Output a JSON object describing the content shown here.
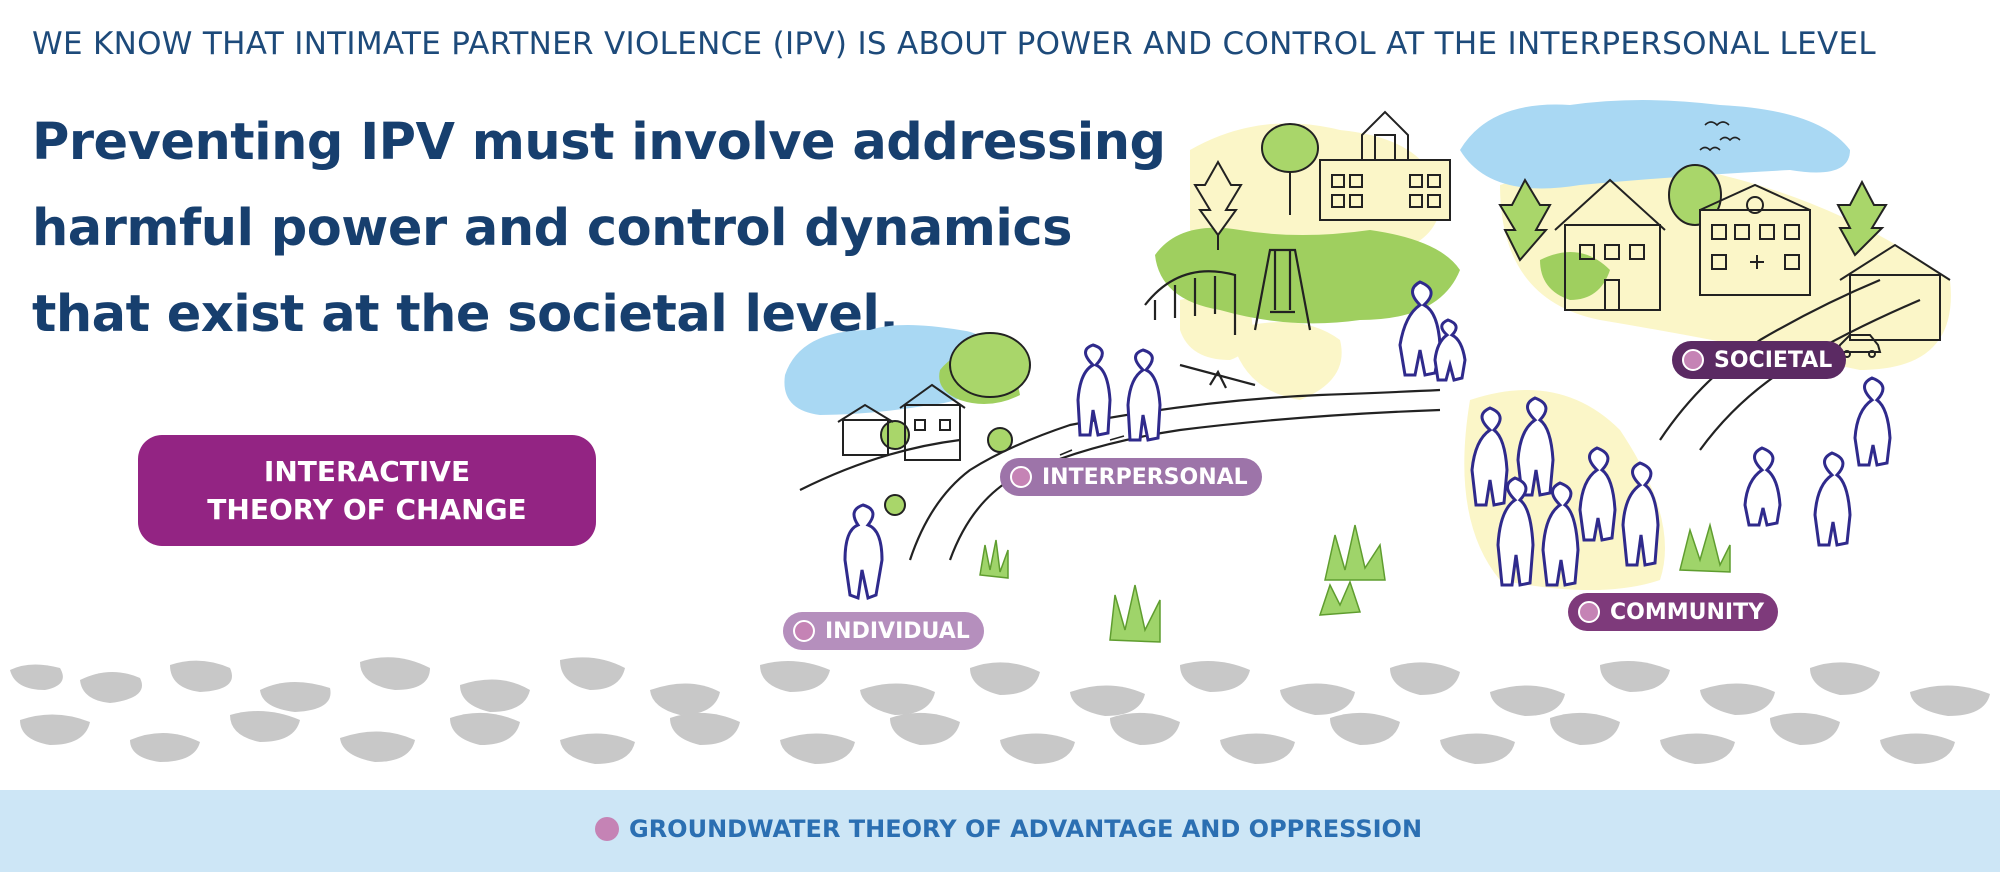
{
  "header": {
    "eyebrow": "WE KNOW THAT INTIMATE PARTNER VIOLENCE  (IPV) IS ABOUT POWER AND CONTROL AT THE INTERPERSONAL LEVEL",
    "headline_lines": [
      "Preventing IPV must involve addressing",
      "harmful power and control dynamics",
      "that exist at the societal level."
    ]
  },
  "cta": {
    "line1": "INTERACTIVE",
    "line2": "THEORY OF CHANGE"
  },
  "levels": {
    "individual": "INDIVIDUAL",
    "interpersonal": "INTERPERSONAL",
    "community": "COMMUNITY",
    "societal": "SOCIETAL"
  },
  "groundwater": {
    "label": "GROUNDWATER THEORY OF ADVANTAGE AND OPPRESSION"
  },
  "colors": {
    "navy": "#173f6e",
    "purple": "#932483",
    "pill_dot": "#c583b5",
    "stone": "#c8c8c8",
    "water": "#cde6f6",
    "figure_outline": "#2f2a8c",
    "grass": "#8cc63f",
    "highlight": "#fbf6c8",
    "sky": "#a9d8f3"
  },
  "icons": [
    "person-icon",
    "house-icon",
    "tree-icon",
    "school-icon",
    "hospital-icon",
    "swing-icon",
    "seesaw-icon",
    "cloud-icon",
    "bird-icon",
    "grass-icon",
    "car-icon",
    "stone-icon"
  ]
}
